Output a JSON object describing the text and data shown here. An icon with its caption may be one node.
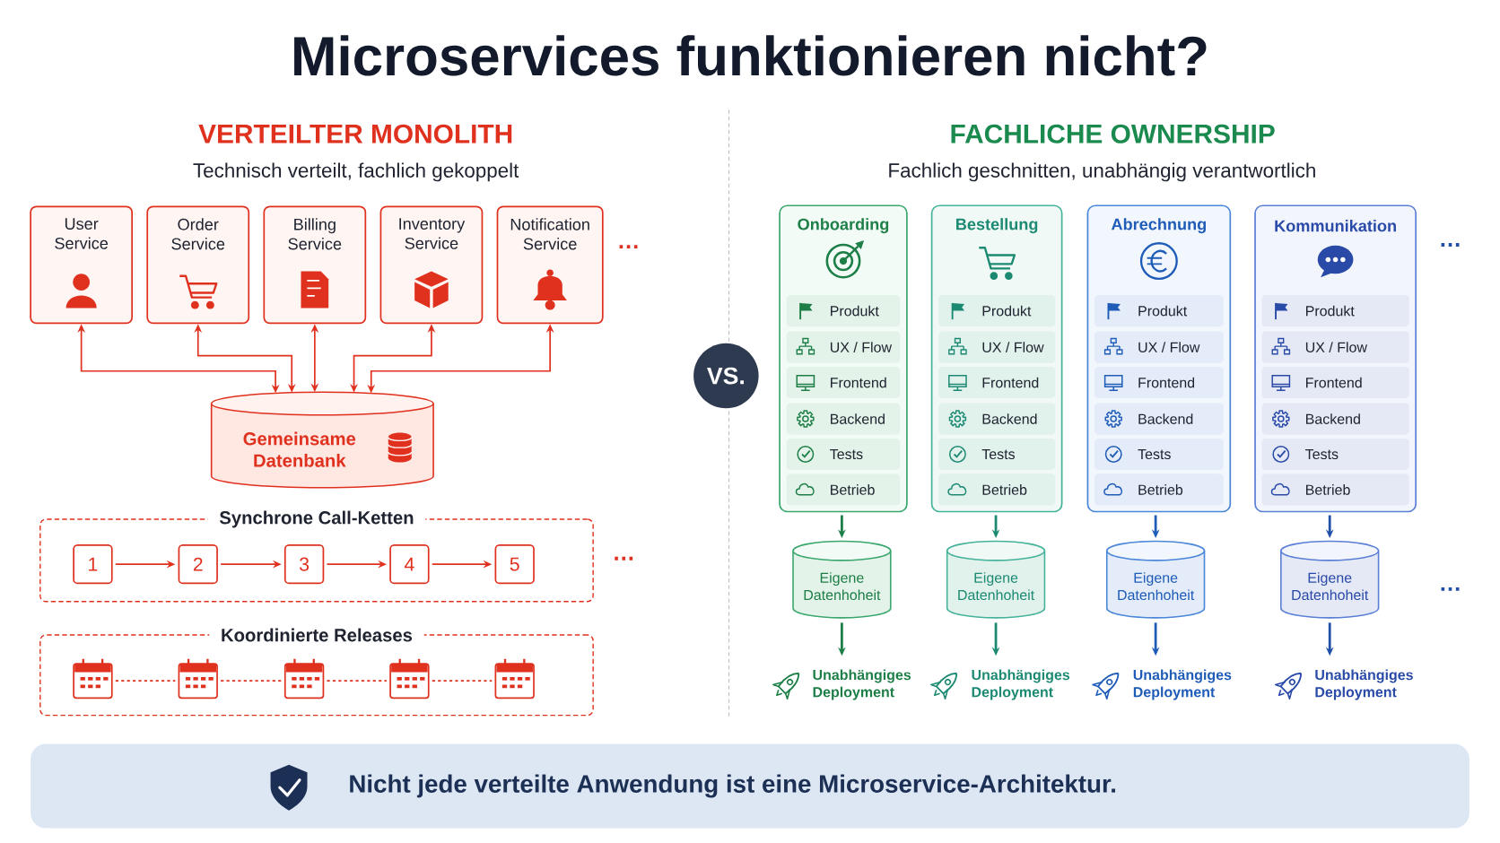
{
  "diagram": {
    "title": "Microservices funktionieren nicht?",
    "nodes": [
      {
        "text": [
          "User Service"
        ]
      },
      {
        "text": [
          "Order Service"
        ]
      },
      {
        "text": [
          "Billing Service"
        ]
      },
      {
        "text": [
          "Inventory Service"
        ]
      },
      {
        "text": [
          "Notification Service"
        ]
      },
      {
        "text": [
          "Gemeinsame Datenbank"
        ]
      },
      {
        "text": [
          "Synchrone Call-Ketten"
        ]
      },
      {
        "text": [
          "1"
        ],
        "in": 6
      },
      {
        "text": [
          "2"
        ],
        "in": 6
      },
      {
        "text": [
          "3"
        ],
        "in": 6
      },
      {
        "text": [
          "4"
        ],
        "in": 6
      },
      {
        "text": [
          "5"
        ],
        "in": 6
      },
      {
        "text": [
          "Koordinierte Releases"
        ]
      },
      {
        "text": [],
        "shape": "calendar",
        "in": 12
      },
      {
        "text": [],
        "shape": "calendar",
        "in": 12
      },
      {
        "text": [],
        "shape": "calendar",
        "in": 12
      },
      {
        "text": [],
        "shape": "calendar",
        "in": 12
      },
      {
        "text": [],
        "shape": "calendar",
        "in": 12
      },
      {
        "text": [
          "Onboarding"
        ]
      },
      {
        "text": [
          "Produkt"
        ],
        "in": 18
      },
      {
        "text": [
          "UX / Flow"
        ],
        "in": 18
      },
      {
        "text": [
          "Frontend"
        ],
        "in": 18
      },
      {
        "text": [
          "Backend"
        ],
        "in": 18
      },
      {
        "text": [
          "Tests"
        ],
        "in": 18
      },
      {
        "text": [
          "Betrieb"
        ],
        "in": 18
      },
      {
        "text": [
          "Eigene Datenhoheit"
        ]
      },
      {
        "text": [
          "Unabhängiges Deployment"
        ]
      },
      {
        "text": [
          "Bestellung"
        ]
      },
      {
        "text": [
          "Produkt"
        ],
        "in": 27
      },
      {
        "text": [
          "UX / Flow"
        ],
        "in": 27
      },
      {
        "text": [
          "Frontend"
        ],
        "in": 27
      },
      {
        "text": [
          "Backend"
        ],
        "in": 27
      },
      {
        "text": [
          "Tests"
        ],
        "in": 27
      },
      {
        "text": [
          "Betrieb"
        ],
        "in": 27
      },
      {
        "text": [
          "Eigene Datenhoheit"
        ]
      },
      {
        "text": [
          "Unabhängiges Deployment"
        ]
      },
      {
        "text": [
          "Abrechnung"
        ]
      },
      {
        "text": [
          "Produkt"
        ],
        "in": 36
      },
      {
        "text": [
          "UX / Flow"
        ],
        "in": 36
      },
      {
        "text": [
          "Frontend"
        ],
        "in": 36
      },
      {
        "text": [
          "Backend"
        ],
        "in": 36
      },
      {
        "text": [
          "Tests"
        ],
        "in": 36
      },
      {
        "text": [
          "Betrieb"
        ],
        "in": 36
      },
      {
        "text": [
          "Eigene Datenhoheit"
        ]
      },
      {
        "text": [
          "Unabhängiges Deployment"
        ]
      },
      {
        "text": [
          "Kommunikation"
        ]
      },
      {
        "text": [
          "Produkt"
        ],
        "in": 45
      },
      {
        "text": [
          "UX / Flow"
        ],
        "in": 45
      },
      {
        "text": [
          "Frontend"
        ],
        "in": 45
      },
      {
        "text": [
          "Backend"
        ],
        "in": 45
      },
      {
        "text": [
          "Tests"
        ],
        "in": 45
      },
      {
        "text": [
          "Betrieb"
        ],
        "in": 45
      },
      {
        "text": [
          "Eigene Datenhoheit"
        ]
      },
      {
        "text": [
          "Unabhängiges Deployment"
        ]
      },
      {
        "text": [
          "VS."
        ]
      },
      {
        "text": [
          "Nicht jede verteilte Anwendung ist eine Microservice-Architektur."
        ]
      }
    ],
    "edges": [
      {
        "from": 5,
        "to": 0,
        "arrow": "both",
        "color": "#e0301e"
      },
      {
        "from": 5,
        "to": 1,
        "arrow": "both",
        "color": "#e0301e"
      },
      {
        "from": 5,
        "to": 2,
        "arrow": "both",
        "color": "#e0301e"
      },
      {
        "from": 5,
        "to": 3,
        "arrow": "both",
        "color": "#e0301e"
      },
      {
        "from": 5,
        "to": 4,
        "arrow": "both",
        "color": "#e0301e"
      },
      {
        "from": 7,
        "to": 8,
        "arrow": "to",
        "color": "#e0301e"
      },
      {
        "from": 8,
        "to": 9,
        "arrow": "to",
        "color": "#e0301e"
      },
      {
        "from": 9,
        "to": 10,
        "arrow": "to",
        "color": "#e0301e"
      },
      {
        "from": 10,
        "to": 11,
        "arrow": "to",
        "color": "#e0301e"
      },
      {
        "from": 13,
        "to": 14,
        "arrow": "none",
        "style": "dashed",
        "color": "#e0301e"
      },
      {
        "from": 14,
        "to": 15,
        "arrow": "none",
        "style": "dashed",
        "color": "#e0301e"
      },
      {
        "from": 15,
        "to": 16,
        "arrow": "none",
        "style": "dashed",
        "color": "#e0301e"
      },
      {
        "from": 16,
        "to": 17,
        "arrow": "none",
        "style": "dashed",
        "color": "#e0301e"
      },
      {
        "from": 18,
        "to": 25,
        "arrow": "to",
        "color": "#1d7f47"
      },
      {
        "from": 25,
        "to": 26,
        "arrow": "to",
        "color": "#1d7f47"
      },
      {
        "from": 27,
        "to": 34,
        "arrow": "to",
        "color": "#1c8a72"
      },
      {
        "from": 34,
        "to": 35,
        "arrow": "to",
        "color": "#1c8a72"
      },
      {
        "from": 36,
        "to": 43,
        "arrow": "to",
        "color": "#1f5cb8"
      },
      {
        "from": 43,
        "to": 44,
        "arrow": "to",
        "color": "#1f5cb8"
      },
      {
        "from": 45,
        "to": 52,
        "arrow": "to",
        "color": "#1f4fa8"
      },
      {
        "from": 52,
        "to": 53,
        "arrow": "to",
        "color": "#1f4fa8"
      }
    ],
    "labels": [
      "VERTEILTER MONOLITH",
      "Technisch verteilt, fachlich gekoppelt",
      "…",
      "…",
      "FACHLICHE OWNERSHIP",
      "Fachlich geschnitten, unabhängig verantwortlich",
      "…",
      "…"
    ]
  }
}
